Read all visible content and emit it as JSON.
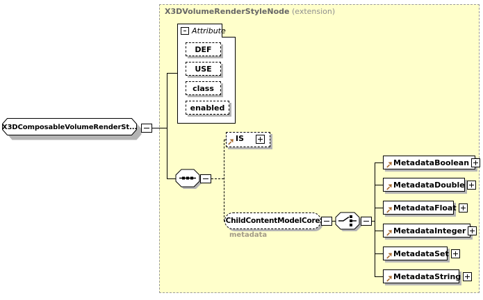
{
  "panel": {
    "title": "X3DVolumeRenderStyleNode",
    "subtitle": "(extension)"
  },
  "root": {
    "label": "X3DComposableVolumeRenderSt..."
  },
  "attribute_group": {
    "label": "Attribute",
    "attributes": [
      "DEF",
      "USE",
      "class",
      "enabled"
    ]
  },
  "is_element": {
    "label": "IS"
  },
  "child_group": {
    "label": "ChildContentModelCore",
    "annotation": "metadata"
  },
  "metadata_elements": [
    "MetadataBoolean",
    "MetadataDouble",
    "MetadataFloat",
    "MetadataInteger",
    "MetadataSet",
    "MetadataString"
  ],
  "icons": {
    "sequence": "sequence-indicator",
    "choice": "choice-indicator",
    "reference": "reference-arrow",
    "collapse": "−",
    "expand": "+"
  },
  "colors": {
    "panel_bg": "#FFFFCB",
    "panel_border": "#9A9A9A",
    "title": "#666666",
    "subtitle": "#8F8F8F",
    "box_shadow": "#B4B4B4",
    "annotation": "#A39B87",
    "reference_arrow": "#A8682A"
  }
}
